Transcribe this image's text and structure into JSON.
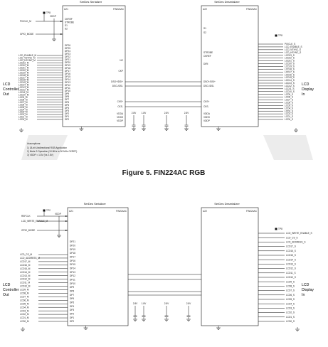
{
  "colors": {
    "line": "#111111",
    "watermark": "#ececec",
    "caption": "#1a1a1a"
  },
  "figure_caption": "Figure 5. FIN224AC RGB",
  "top": {
    "serializer": {
      "title": "SerDes Serializer",
      "ref": "U21",
      "part": "FIN224AC"
    },
    "deserializer": {
      "title": "SerDes Deserializer",
      "ref": "U22",
      "part": "FIN224AC"
    },
    "left_label": [
      "LCD",
      "Controller",
      "Out"
    ],
    "right_label": [
      "LCD",
      "Display",
      "In"
    ],
    "tp_left": "TP8",
    "tp_right": "TP8",
    "vddp": "VDDP",
    "ser_inputs": [
      "PIXCLK_M",
      "GPIO_MODE"
    ],
    "ser_ctrl_pins": [
      "CKREF",
      "STROBE",
      "S1",
      "S2"
    ],
    "ser_signals": [
      "LCD_ENABLE_M",
      "LCD_VSYNC_M",
      "LCD_HSYNC_M",
      "LCD23_M",
      "LCD22_M",
      "LCD21_M",
      "LCD20_M",
      "LCD19_M",
      "LCD18_M",
      "LCD17_M",
      "LCD16_M",
      "LCD15_M",
      "LCD14_M",
      "LCD13_M",
      "LCD12_M",
      "LCD11_M",
      "LCD10_M",
      "LCD9_M",
      "LCD8_M",
      "LCD7_M",
      "LCD6_M",
      "LCD5_M",
      "LCD4_M",
      "LCD3_M",
      "LCD2_M",
      "LCD1_M",
      "LCD0_M"
    ],
    "ser_pins": [
      "DP26",
      "DP25",
      "DP24",
      "DP23",
      "DP22",
      "DP21",
      "DP20",
      "DP19",
      "DP18",
      "DP17",
      "DP16",
      "DP15",
      "DP14",
      "DP13",
      "DP12",
      "DP11",
      "DP10",
      "DP9",
      "DP8",
      "DP7",
      "DP6",
      "DP5",
      "DP4",
      "DP3",
      "DP2",
      "DP1",
      "DP0"
    ],
    "ser_right_pins": [
      "NC",
      "CKP",
      "DSO+/DSI+",
      "DSO-/DSI-",
      "CKS+",
      "CKS-",
      "VDDA",
      "VDDS",
      "VDDP"
    ],
    "des_left_pins": [
      "S1",
      "S2",
      "STROBE",
      "CKREF",
      "DIRI",
      "DSO+/DSI+",
      "DSO-/DSI-",
      "CKS+",
      "CKS-",
      "VDDA",
      "VDDS",
      "VDDP"
    ],
    "des_outputs": [
      "PIXCLK_S",
      "LCD_ENABLE_S",
      "LCD_VSYNC_S",
      "LCD_HSYNC_S",
      "LCD23_S",
      "LCD22_S",
      "LCD21_S",
      "LCD20_S",
      "LCD19_S",
      "LCD18_S",
      "LCD17_S",
      "LCD16_S",
      "LCD15_S",
      "LCD14_S",
      "LCD13_S",
      "LCD12_S",
      "LCD11_S",
      "LCD10_S",
      "LCD9_S",
      "LCD8_S",
      "LCD7_S",
      "LCD6_S",
      "LCD5_S",
      "LCD4_S",
      "LCD3_S",
      "LCD2_S",
      "LCD1_S",
      "LCD0_S"
    ],
    "voltages": [
      "2.8V",
      "1.8V",
      "2.8V",
      "2.8V"
    ],
    "assumptions_title": "Assumptions:",
    "assumptions": [
      "1) 18-bit Unidirectional RGB Application",
      "2) Mode 3 Operation (10 MHz to 30 MHz CKREF)",
      "3) VDDP = 1.8V (Vs 2.8V)"
    ]
  },
  "bottom": {
    "serializer": {
      "title": "SerDes Serializer",
      "ref": "U21",
      "part": "FIN224AC"
    },
    "deserializer": {
      "title": "SerDes Deserializer",
      "ref": "U22",
      "part": "FIN224AC"
    },
    "left_label": [
      "LCD",
      "Controller",
      "Out"
    ],
    "right_label": [
      "LCD",
      "Display",
      "In"
    ],
    "tp_left": "TP2",
    "tp_right": "TP8",
    "vddp": "VDDP",
    "ser_inputs": [
      "REFCLK",
      "LCD_WRITE_ENABLE_M",
      "GPIO_MODE"
    ],
    "ser_signals": [
      "LCD_CS_M",
      "LCD_ADDRESS_M",
      "LCD17_M",
      "LCD16_M",
      "LCD15_M",
      "LCD14_M",
      "LCD13_M",
      "LCD12_M",
      "LCD11_M",
      "LCD10_M",
      "LCD9_M",
      "LCD8_M",
      "LCD7_M",
      "LCD6_M",
      "LCD5_M",
      "LCD4_M",
      "LCD3_M",
      "LCD2_M",
      "LCD1_M",
      "LCD0_M"
    ],
    "ser_pins": [
      "DP21",
      "DP20",
      "DP19",
      "DP18",
      "DP17",
      "DP16",
      "DP15",
      "DP14",
      "DP13",
      "DP12",
      "DP11",
      "DP10",
      "DP9",
      "DP8",
      "DP7",
      "DP6",
      "DP5",
      "DP4",
      "DP3",
      "DP2",
      "DP1",
      "DP0"
    ],
    "des_outputs": [
      "LCD_WRITE_ENABLE_S",
      "LCD_CS_S",
      "LCD_ADDRESS_S",
      "LCD17_S",
      "LCD16_S",
      "LCD15_S",
      "LCD14_S",
      "LCD13_S",
      "LCD12_S",
      "LCD11_S",
      "LCD10_S",
      "LCD9_S",
      "LCD8_S",
      "LCD7_S",
      "LCD6_S",
      "LCD5_S",
      "LCD4_S",
      "LCD3_S",
      "LCD2_S",
      "LCD1_S",
      "LCD0_S"
    ],
    "voltages": [
      "2.8V",
      "1.8V",
      "2.8V",
      "2.8V"
    ]
  }
}
